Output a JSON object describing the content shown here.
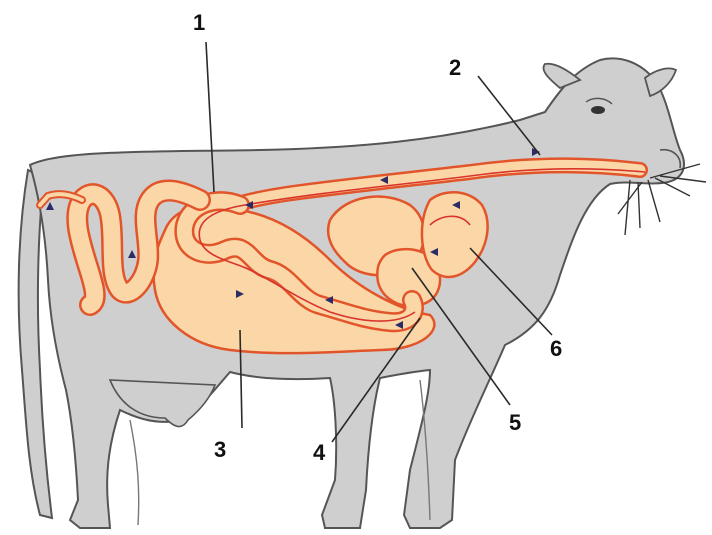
{
  "diagram": {
    "callouts": [
      {
        "id": "1",
        "label": "1"
      },
      {
        "id": "2",
        "label": "2"
      },
      {
        "id": "3",
        "label": "3"
      },
      {
        "id": "4",
        "label": "4"
      },
      {
        "id": "5",
        "label": "5"
      },
      {
        "id": "6",
        "label": "6"
      }
    ]
  },
  "colors": {
    "cow_body": "#cfcfcf",
    "cow_outline": "#555555",
    "organ_fill": "#fbd7a8",
    "organ_outline": "#e2552a",
    "flow_line": "#d9342b",
    "arrow": "#2b2b66"
  }
}
